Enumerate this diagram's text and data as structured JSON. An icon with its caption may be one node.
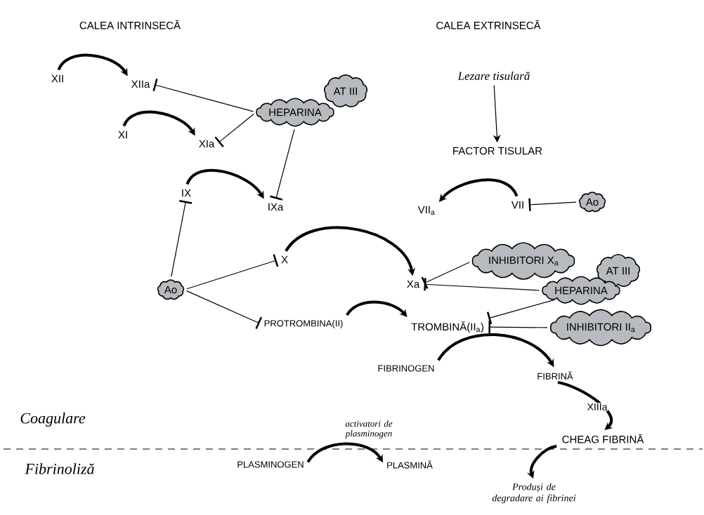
{
  "diagram": {
    "nodes": [
      {
        "text": [
          "XII"
        ]
      },
      {
        "text": [
          "XIIa"
        ]
      },
      {
        "text": [
          "AT III"
        ]
      },
      {
        "text": [
          "HEPARINA"
        ]
      },
      {
        "text": [
          "XI"
        ]
      },
      {
        "text": [
          "XIa"
        ]
      },
      {
        "text": [
          "IX"
        ]
      },
      {
        "text": [
          "IXa"
        ]
      },
      {
        "text": [
          "Lezare tisulară"
        ]
      },
      {
        "text": [
          "FACTOR TISULAR"
        ]
      },
      {
        "text": [
          "VII$_{a}$"
        ]
      },
      {
        "text": [
          "VII"
        ]
      },
      {
        "text": [
          "Ao"
        ]
      },
      {
        "text": [
          "X"
        ]
      },
      {
        "text": [
          "Xa"
        ]
      },
      {
        "text": [
          "Ao"
        ]
      },
      {
        "text": [
          "PROTROMBINA(II)"
        ]
      },
      {
        "text": [
          "INHIBITORI X$_{a}$"
        ]
      },
      {
        "text": [
          "AT III"
        ]
      },
      {
        "text": [
          "HEPARINA"
        ]
      },
      {
        "text": [
          "TROMBINĂ(II$_{a}$)"
        ]
      },
      {
        "text": [
          "INHIBITORI II$_{a}$"
        ]
      },
      {
        "text": [
          "FIBRINOGEN"
        ]
      },
      {
        "text": [
          "FIBRINĂ"
        ]
      },
      {
        "text": [
          "CHEAG FIBRINĂ"
        ]
      },
      {
        "text": [
          "PLASMINOGEN"
        ]
      },
      {
        "text": [
          "PLASMINĂ"
        ]
      },
      {
        "text": [
          "Produși de degradare ai fibrinei"
        ]
      }
    ],
    "edges": [
      {
        "from": 0,
        "to": 1,
        "arrow": "to",
        "style": "thick"
      },
      {
        "from": 4,
        "to": 5,
        "arrow": "to",
        "style": "thick"
      },
      {
        "from": 6,
        "to": 7,
        "arrow": "to",
        "style": "thick"
      },
      {
        "from": 3,
        "to": 1,
        "arrow": "other"
      },
      {
        "from": 3,
        "to": 5,
        "arrow": "other"
      },
      {
        "from": 3,
        "to": 7,
        "arrow": "other"
      },
      {
        "from": 8,
        "to": 9,
        "arrow": "to"
      },
      {
        "from": 11,
        "to": 10,
        "arrow": "to",
        "style": "thick"
      },
      {
        "from": 12,
        "to": 11,
        "arrow": "other"
      },
      {
        "from": 13,
        "to": 14,
        "arrow": "to",
        "style": "thick"
      },
      {
        "from": 15,
        "to": 6,
        "arrow": "other"
      },
      {
        "from": 15,
        "to": 13,
        "arrow": "other"
      },
      {
        "from": 15,
        "to": 16,
        "arrow": "other"
      },
      {
        "from": 17,
        "to": 14,
        "arrow": "other"
      },
      {
        "from": 19,
        "to": 14,
        "arrow": "other"
      },
      {
        "from": 19,
        "to": 20,
        "arrow": "other"
      },
      {
        "from": 21,
        "to": 20,
        "arrow": "other"
      },
      {
        "from": 16,
        "to": 20,
        "arrow": "to",
        "style": "thick"
      },
      {
        "from": 22,
        "to": 23,
        "arrow": "to",
        "style": "thick"
      },
      {
        "from": 23,
        "to": 24,
        "arrow": "to",
        "style": "thick",
        "label": "XIIIa"
      },
      {
        "from": 25,
        "to": 26,
        "arrow": "to",
        "style": "thick",
        "label": "activatori de plasminogen"
      },
      {
        "from": 24,
        "to": 27,
        "arrow": "to",
        "style": "thick"
      }
    ],
    "labels": [
      "CALEA INTRINSECĂ",
      "CALEA EXTRINSECĂ",
      "Coagulare",
      "Fibrinoliză"
    ]
  }
}
